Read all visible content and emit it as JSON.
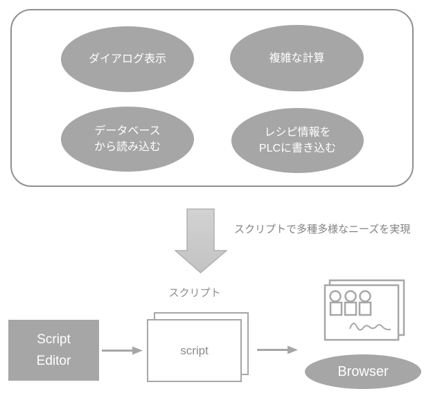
{
  "colors": {
    "shape_gray": "#a6a6a6",
    "box_border": "#8f8f8f",
    "big_arrow_fill": "#c9c9c9",
    "big_arrow_stroke": "#b0b0b0",
    "small_arrow": "#a6a6a6",
    "text_gray": "#828282",
    "text_white": "#ffffff"
  },
  "needs_box": {
    "ellipses": [
      {
        "lines": [
          "ダイアログ表示"
        ]
      },
      {
        "lines": [
          "複雑な計算"
        ]
      },
      {
        "lines": [
          "データベース",
          "から読み込む"
        ]
      },
      {
        "lines": [
          "レシピ情報を",
          "PLCに書き込む"
        ]
      }
    ]
  },
  "annotation": "スクリプトで多種多様なニーズを実現",
  "flow": {
    "script_label": "スクリプト",
    "script_editor": {
      "lines": [
        "Script",
        "Editor"
      ]
    },
    "script_doc_text": "script",
    "browser_label": "Browser"
  }
}
